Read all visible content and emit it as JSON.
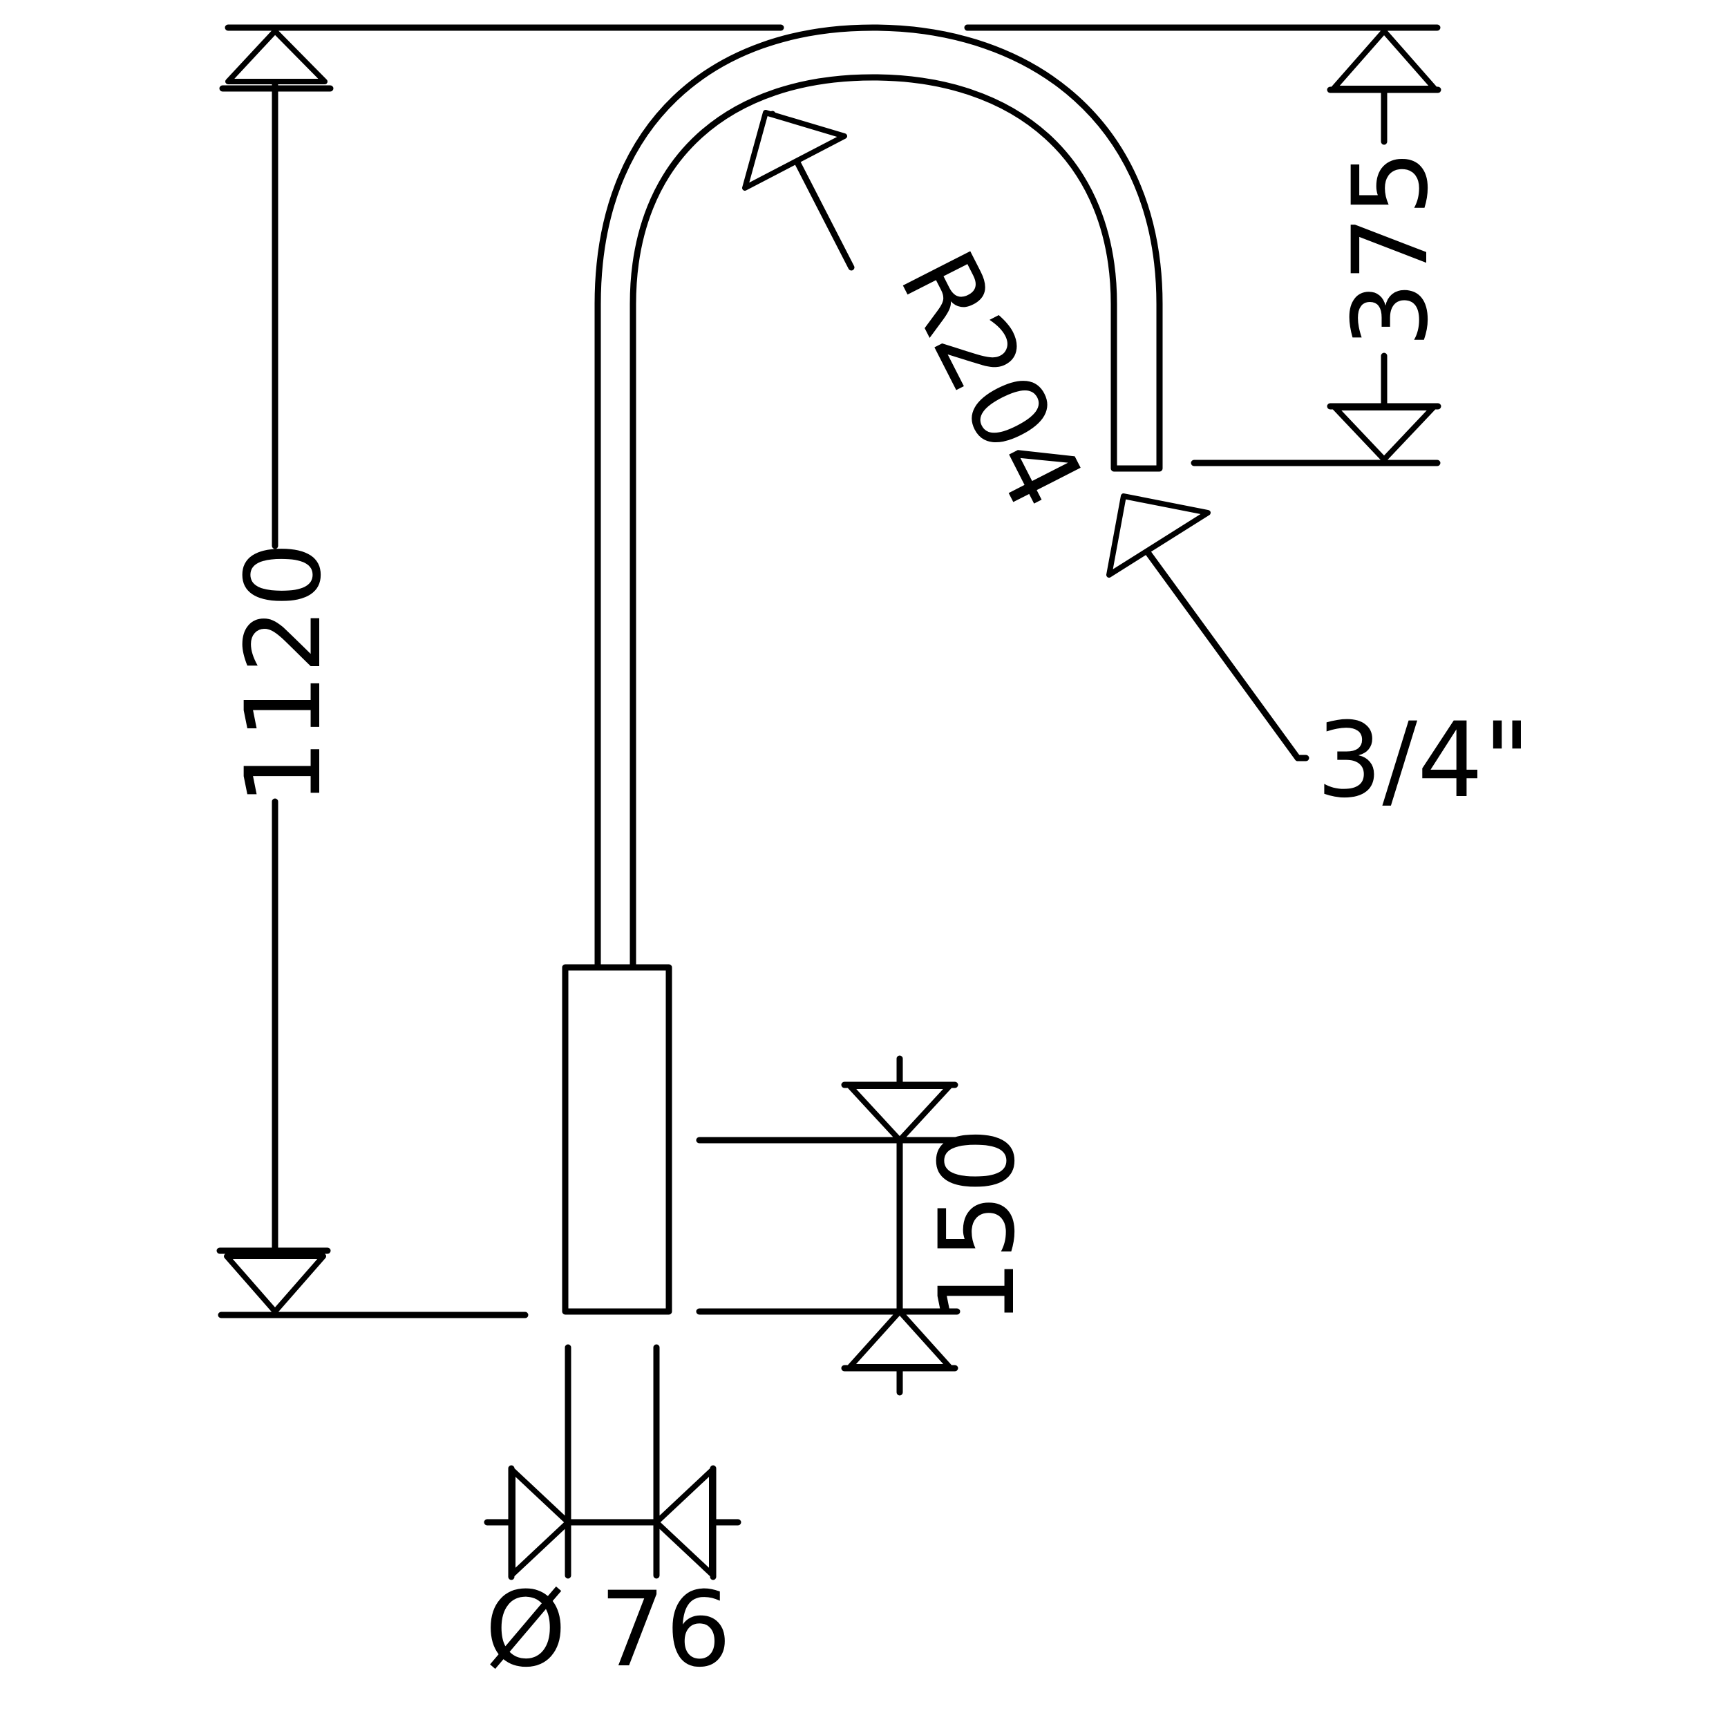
{
  "drawing": {
    "dimensions": {
      "total_height": "1120",
      "spout_drop": "375",
      "bend_radius": "R204",
      "outlet_thread": "3/4\"",
      "base_height": "150",
      "base_diameter": "Ø 76"
    }
  }
}
